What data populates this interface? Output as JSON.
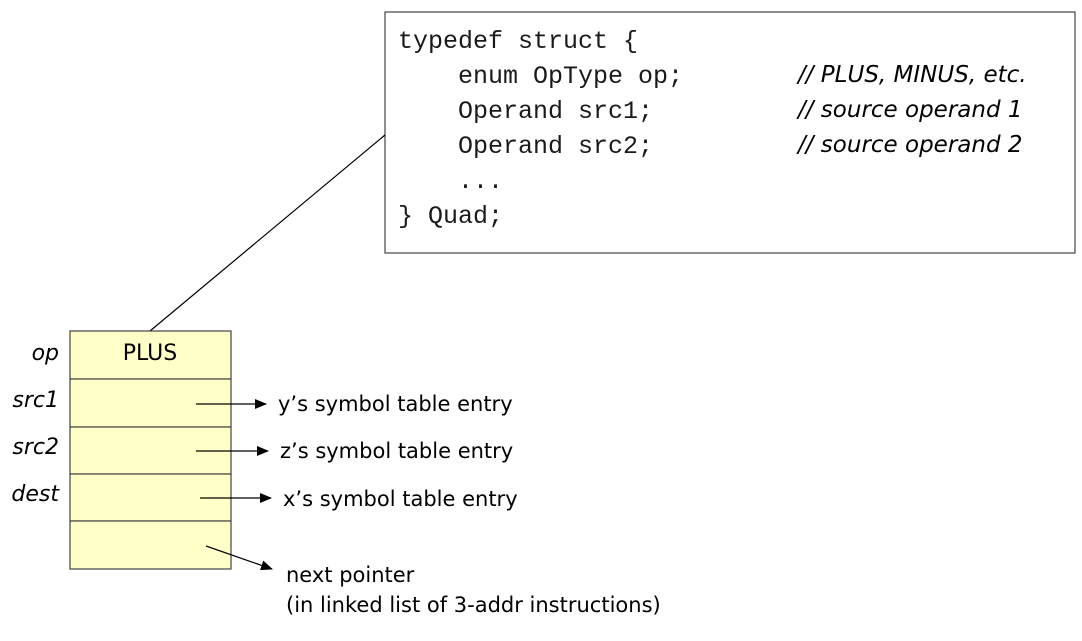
{
  "struct_box": {
    "code_lines": [
      "typedef struct {",
      "    enum OpType op;",
      "    Operand src1;",
      "    Operand src2;",
      "    ...",
      "} Quad;"
    ],
    "comments": [
      "// PLUS, MINUS, etc.",
      "// source operand 1",
      "// source operand 2"
    ]
  },
  "quad_record": {
    "fields": [
      {
        "label": "op",
        "value": "PLUS"
      },
      {
        "label": "src1",
        "value": ""
      },
      {
        "label": "src2",
        "value": ""
      },
      {
        "label": "dest",
        "value": ""
      },
      {
        "label": "",
        "value": ""
      }
    ],
    "cell_fill": "#ffffc8"
  },
  "pointers": [
    {
      "text": "y’s symbol table entry"
    },
    {
      "text": "z’s symbol table entry"
    },
    {
      "text": "x’s symbol table entry"
    },
    {
      "text": "next pointer",
      "subtext": "(in linked list of 3-addr instructions)"
    }
  ]
}
